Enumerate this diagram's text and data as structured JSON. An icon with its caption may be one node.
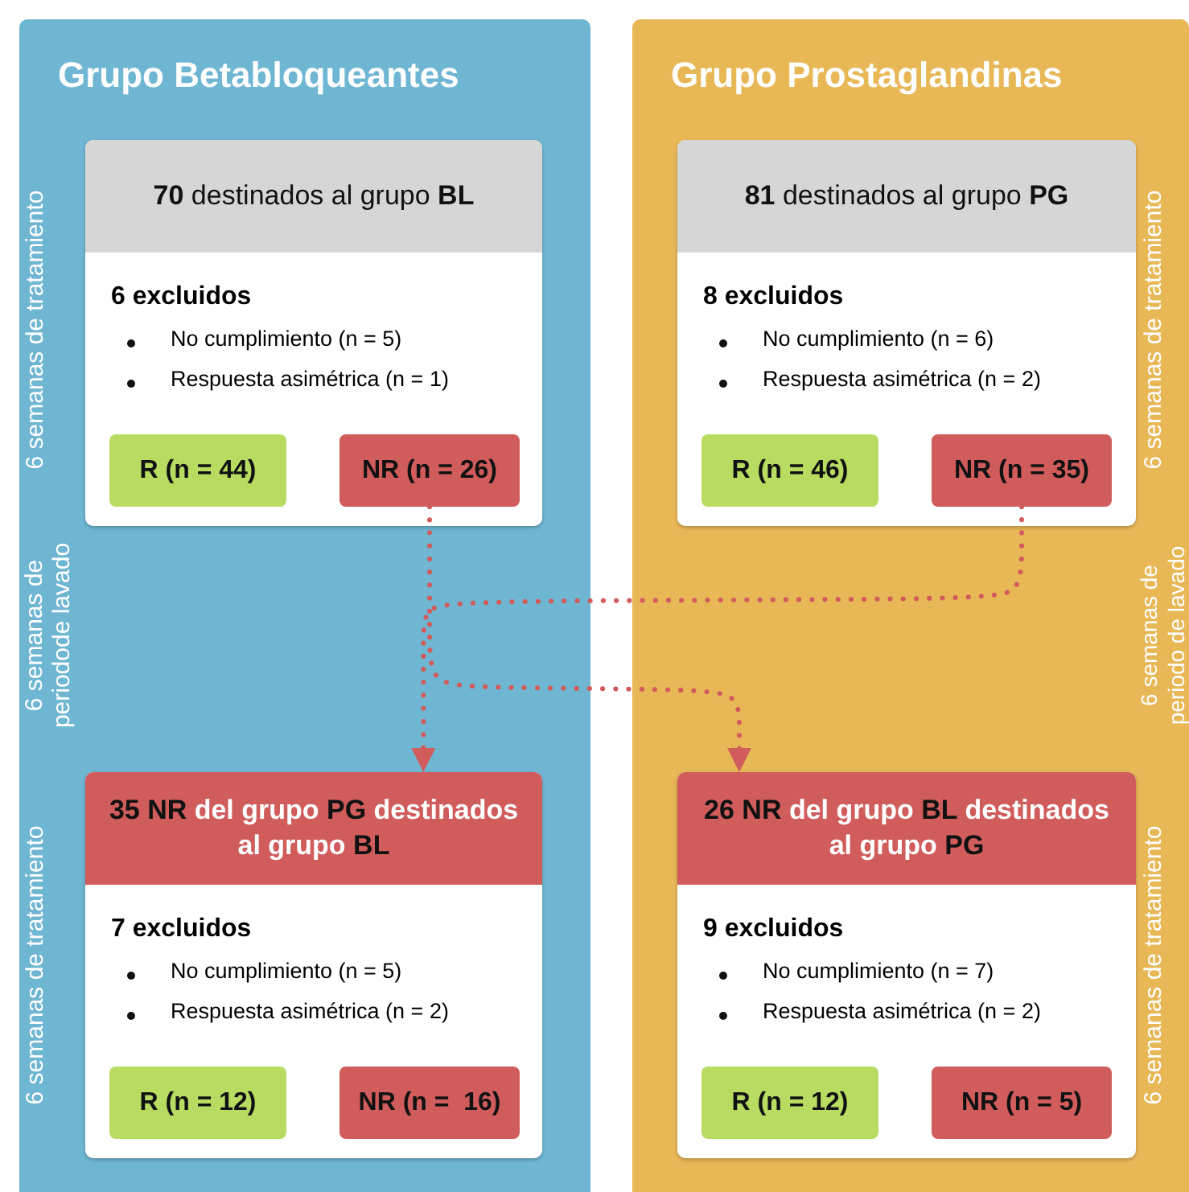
{
  "diagram": {
    "nodes": [
      {
        "text": [
          "Grupo Betabloqueantes"
        ]
      },
      {
        "text": [
          "Grupo Prostaglandinas"
        ]
      },
      {
        "text": [
          "**70** destinados al grupo **BL**",
          "6 excluidos",
          "No cumplimiento (n = 5)",
          "Respuesta asimétrica (n = 1)"
        ],
        "in": 0
      },
      {
        "text": [
          "R (n = 44)"
        ],
        "in": 2
      },
      {
        "text": [
          "NR (n = 26)"
        ],
        "in": 2
      },
      {
        "text": [
          "**81** destinados al grupo **PG**",
          "8 excluidos",
          "No cumplimiento (n = 6)",
          "Respuesta asimétrica (n = 2)"
        ],
        "in": 1
      },
      {
        "text": [
          "R (n = 46)"
        ],
        "in": 5
      },
      {
        "text": [
          "NR (n = 35)"
        ],
        "in": 5
      },
      {
        "text": [
          "**35 NR** del grupo **PG** destinados al grupo **BL**",
          "7 excluidos",
          "No cumplimiento (n = 5)",
          "Respuesta asimétrica (n = 2)"
        ],
        "in": 0
      },
      {
        "text": [
          "R (n = 12)"
        ],
        "in": 8
      },
      {
        "text": [
          "NR (n =  16)"
        ],
        "in": 8
      },
      {
        "text": [
          "**26 NR** del grupo **BL** destinados al grupo **PG**",
          "9 excluidos",
          "No cumplimiento (n = 7)",
          "Respuesta asimétrica (n = 2)"
        ],
        "in": 1
      },
      {
        "text": [
          "R (n = 12)"
        ],
        "in": 11
      },
      {
        "text": [
          "NR (n = 5)"
        ],
        "in": 11
      }
    ],
    "edges": [
      {
        "from": 4,
        "to": 11,
        "arrow": "to",
        "style": "dashed"
      },
      {
        "from": 7,
        "to": 8,
        "arrow": "to",
        "style": "dashed"
      }
    ],
    "labels": [
      "6 semanas de tratamiento",
      "6 semanas de tratamiento",
      "6 semanas de periodode lavado",
      "6 semanas de periodo de lavado",
      "6 semanas de tratamiento",
      "6 semanas de tratamiento"
    ]
  }
}
